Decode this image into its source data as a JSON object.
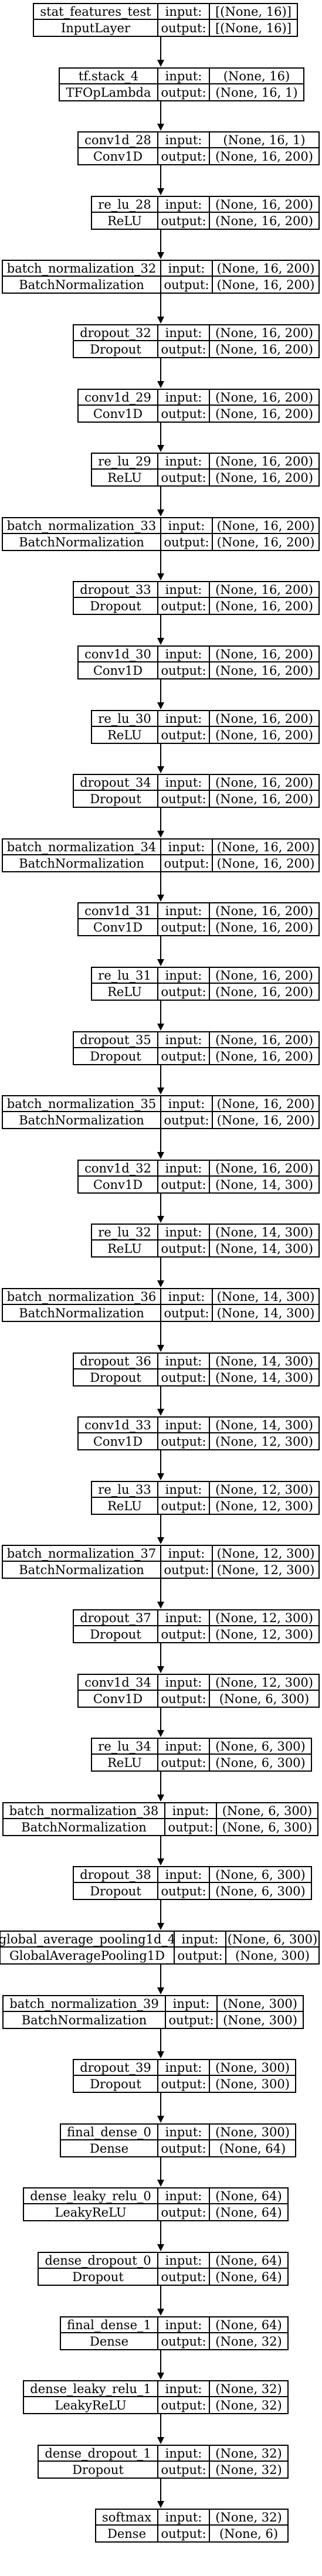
{
  "diagram": {
    "port_labels": {
      "input": "input:",
      "output": "output:"
    },
    "layers": [
      {
        "name": "stat_features_test",
        "type": "InputLayer",
        "input": "[(None, 16)]",
        "output": "[(None, 16)]"
      },
      {
        "name": "tf.stack_4",
        "type": "TFOpLambda",
        "input": "(None, 16)",
        "output": "(None, 16, 1)"
      },
      {
        "name": "conv1d_28",
        "type": "Conv1D",
        "input": "(None, 16, 1)",
        "output": "(None, 16, 200)"
      },
      {
        "name": "re_lu_28",
        "type": "ReLU",
        "input": "(None, 16, 200)",
        "output": "(None, 16, 200)"
      },
      {
        "name": "batch_normalization_32",
        "type": "BatchNormalization",
        "input": "(None, 16, 200)",
        "output": "(None, 16, 200)"
      },
      {
        "name": "dropout_32",
        "type": "Dropout",
        "input": "(None, 16, 200)",
        "output": "(None, 16, 200)"
      },
      {
        "name": "conv1d_29",
        "type": "Conv1D",
        "input": "(None, 16, 200)",
        "output": "(None, 16, 200)"
      },
      {
        "name": "re_lu_29",
        "type": "ReLU",
        "input": "(None, 16, 200)",
        "output": "(None, 16, 200)"
      },
      {
        "name": "batch_normalization_33",
        "type": "BatchNormalization",
        "input": "(None, 16, 200)",
        "output": "(None, 16, 200)"
      },
      {
        "name": "dropout_33",
        "type": "Dropout",
        "input": "(None, 16, 200)",
        "output": "(None, 16, 200)"
      },
      {
        "name": "conv1d_30",
        "type": "Conv1D",
        "input": "(None, 16, 200)",
        "output": "(None, 16, 200)"
      },
      {
        "name": "re_lu_30",
        "type": "ReLU",
        "input": "(None, 16, 200)",
        "output": "(None, 16, 200)"
      },
      {
        "name": "dropout_34",
        "type": "Dropout",
        "input": "(None, 16, 200)",
        "output": "(None, 16, 200)"
      },
      {
        "name": "batch_normalization_34",
        "type": "BatchNormalization",
        "input": "(None, 16, 200)",
        "output": "(None, 16, 200)"
      },
      {
        "name": "conv1d_31",
        "type": "Conv1D",
        "input": "(None, 16, 200)",
        "output": "(None, 16, 200)"
      },
      {
        "name": "re_lu_31",
        "type": "ReLU",
        "input": "(None, 16, 200)",
        "output": "(None, 16, 200)"
      },
      {
        "name": "dropout_35",
        "type": "Dropout",
        "input": "(None, 16, 200)",
        "output": "(None, 16, 200)"
      },
      {
        "name": "batch_normalization_35",
        "type": "BatchNormalization",
        "input": "(None, 16, 200)",
        "output": "(None, 16, 200)"
      },
      {
        "name": "conv1d_32",
        "type": "Conv1D",
        "input": "(None, 16, 200)",
        "output": "(None, 14, 300)"
      },
      {
        "name": "re_lu_32",
        "type": "ReLU",
        "input": "(None, 14, 300)",
        "output": "(None, 14, 300)"
      },
      {
        "name": "batch_normalization_36",
        "type": "BatchNormalization",
        "input": "(None, 14, 300)",
        "output": "(None, 14, 300)"
      },
      {
        "name": "dropout_36",
        "type": "Dropout",
        "input": "(None, 14, 300)",
        "output": "(None, 14, 300)"
      },
      {
        "name": "conv1d_33",
        "type": "Conv1D",
        "input": "(None, 14, 300)",
        "output": "(None, 12, 300)"
      },
      {
        "name": "re_lu_33",
        "type": "ReLU",
        "input": "(None, 12, 300)",
        "output": "(None, 12, 300)"
      },
      {
        "name": "batch_normalization_37",
        "type": "BatchNormalization",
        "input": "(None, 12, 300)",
        "output": "(None, 12, 300)"
      },
      {
        "name": "dropout_37",
        "type": "Dropout",
        "input": "(None, 12, 300)",
        "output": "(None, 12, 300)"
      },
      {
        "name": "conv1d_34",
        "type": "Conv1D",
        "input": "(None, 12, 300)",
        "output": "(None, 6, 300)"
      },
      {
        "name": "re_lu_34",
        "type": "ReLU",
        "input": "(None, 6, 300)",
        "output": "(None, 6, 300)"
      },
      {
        "name": "batch_normalization_38",
        "type": "BatchNormalization",
        "input": "(None, 6, 300)",
        "output": "(None, 6, 300)"
      },
      {
        "name": "dropout_38",
        "type": "Dropout",
        "input": "(None, 6, 300)",
        "output": "(None, 6, 300)"
      },
      {
        "name": "global_average_pooling1d_4",
        "type": "GlobalAveragePooling1D",
        "input": "(None, 6, 300)",
        "output": "(None, 300)"
      },
      {
        "name": "batch_normalization_39",
        "type": "BatchNormalization",
        "input": "(None, 300)",
        "output": "(None, 300)"
      },
      {
        "name": "dropout_39",
        "type": "Dropout",
        "input": "(None, 300)",
        "output": "(None, 300)"
      },
      {
        "name": "final_dense_0",
        "type": "Dense",
        "input": "(None, 300)",
        "output": "(None, 64)"
      },
      {
        "name": "dense_leaky_relu_0",
        "type": "LeakyReLU",
        "input": "(None, 64)",
        "output": "(None, 64)"
      },
      {
        "name": "dense_dropout_0",
        "type": "Dropout",
        "input": "(None, 64)",
        "output": "(None, 64)"
      },
      {
        "name": "final_dense_1",
        "type": "Dense",
        "input": "(None, 64)",
        "output": "(None, 32)"
      },
      {
        "name": "dense_leaky_relu_1",
        "type": "LeakyReLU",
        "input": "(None, 32)",
        "output": "(None, 32)"
      },
      {
        "name": "dense_dropout_1",
        "type": "Dropout",
        "input": "(None, 32)",
        "output": "(None, 32)"
      },
      {
        "name": "softmax",
        "type": "Dense",
        "input": "(None, 32)",
        "output": "(None, 6)"
      }
    ]
  }
}
